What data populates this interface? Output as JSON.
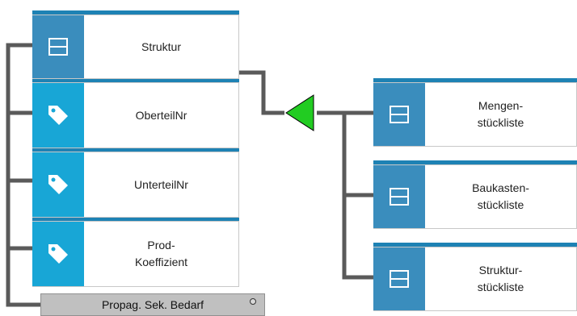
{
  "colors": {
    "header_blue": "#1e82b4",
    "icon_blue_dark": "#3a8dbd",
    "icon_blue_light": "#18a6d6",
    "connector": "#5a5a5a",
    "arrow": "#22cc22"
  },
  "left_group": {
    "nodes": [
      {
        "label": "Struktur",
        "icon": "table-icon"
      },
      {
        "label": "OberteilNr",
        "icon": "tag-icon"
      },
      {
        "label": "UnterteilNr",
        "icon": "tag-icon"
      },
      {
        "label": "Prod-\nKoeffizient",
        "icon": "tag-icon"
      }
    ],
    "footer_label": "Propag. Sek. Bedarf"
  },
  "right_group": {
    "nodes": [
      {
        "label": "Mengen-\nstückliste",
        "icon": "table-icon"
      },
      {
        "label": "Baukasten-\nstückliste",
        "icon": "table-icon"
      },
      {
        "label": "Struktur-\nstückliste",
        "icon": "table-icon"
      }
    ]
  }
}
